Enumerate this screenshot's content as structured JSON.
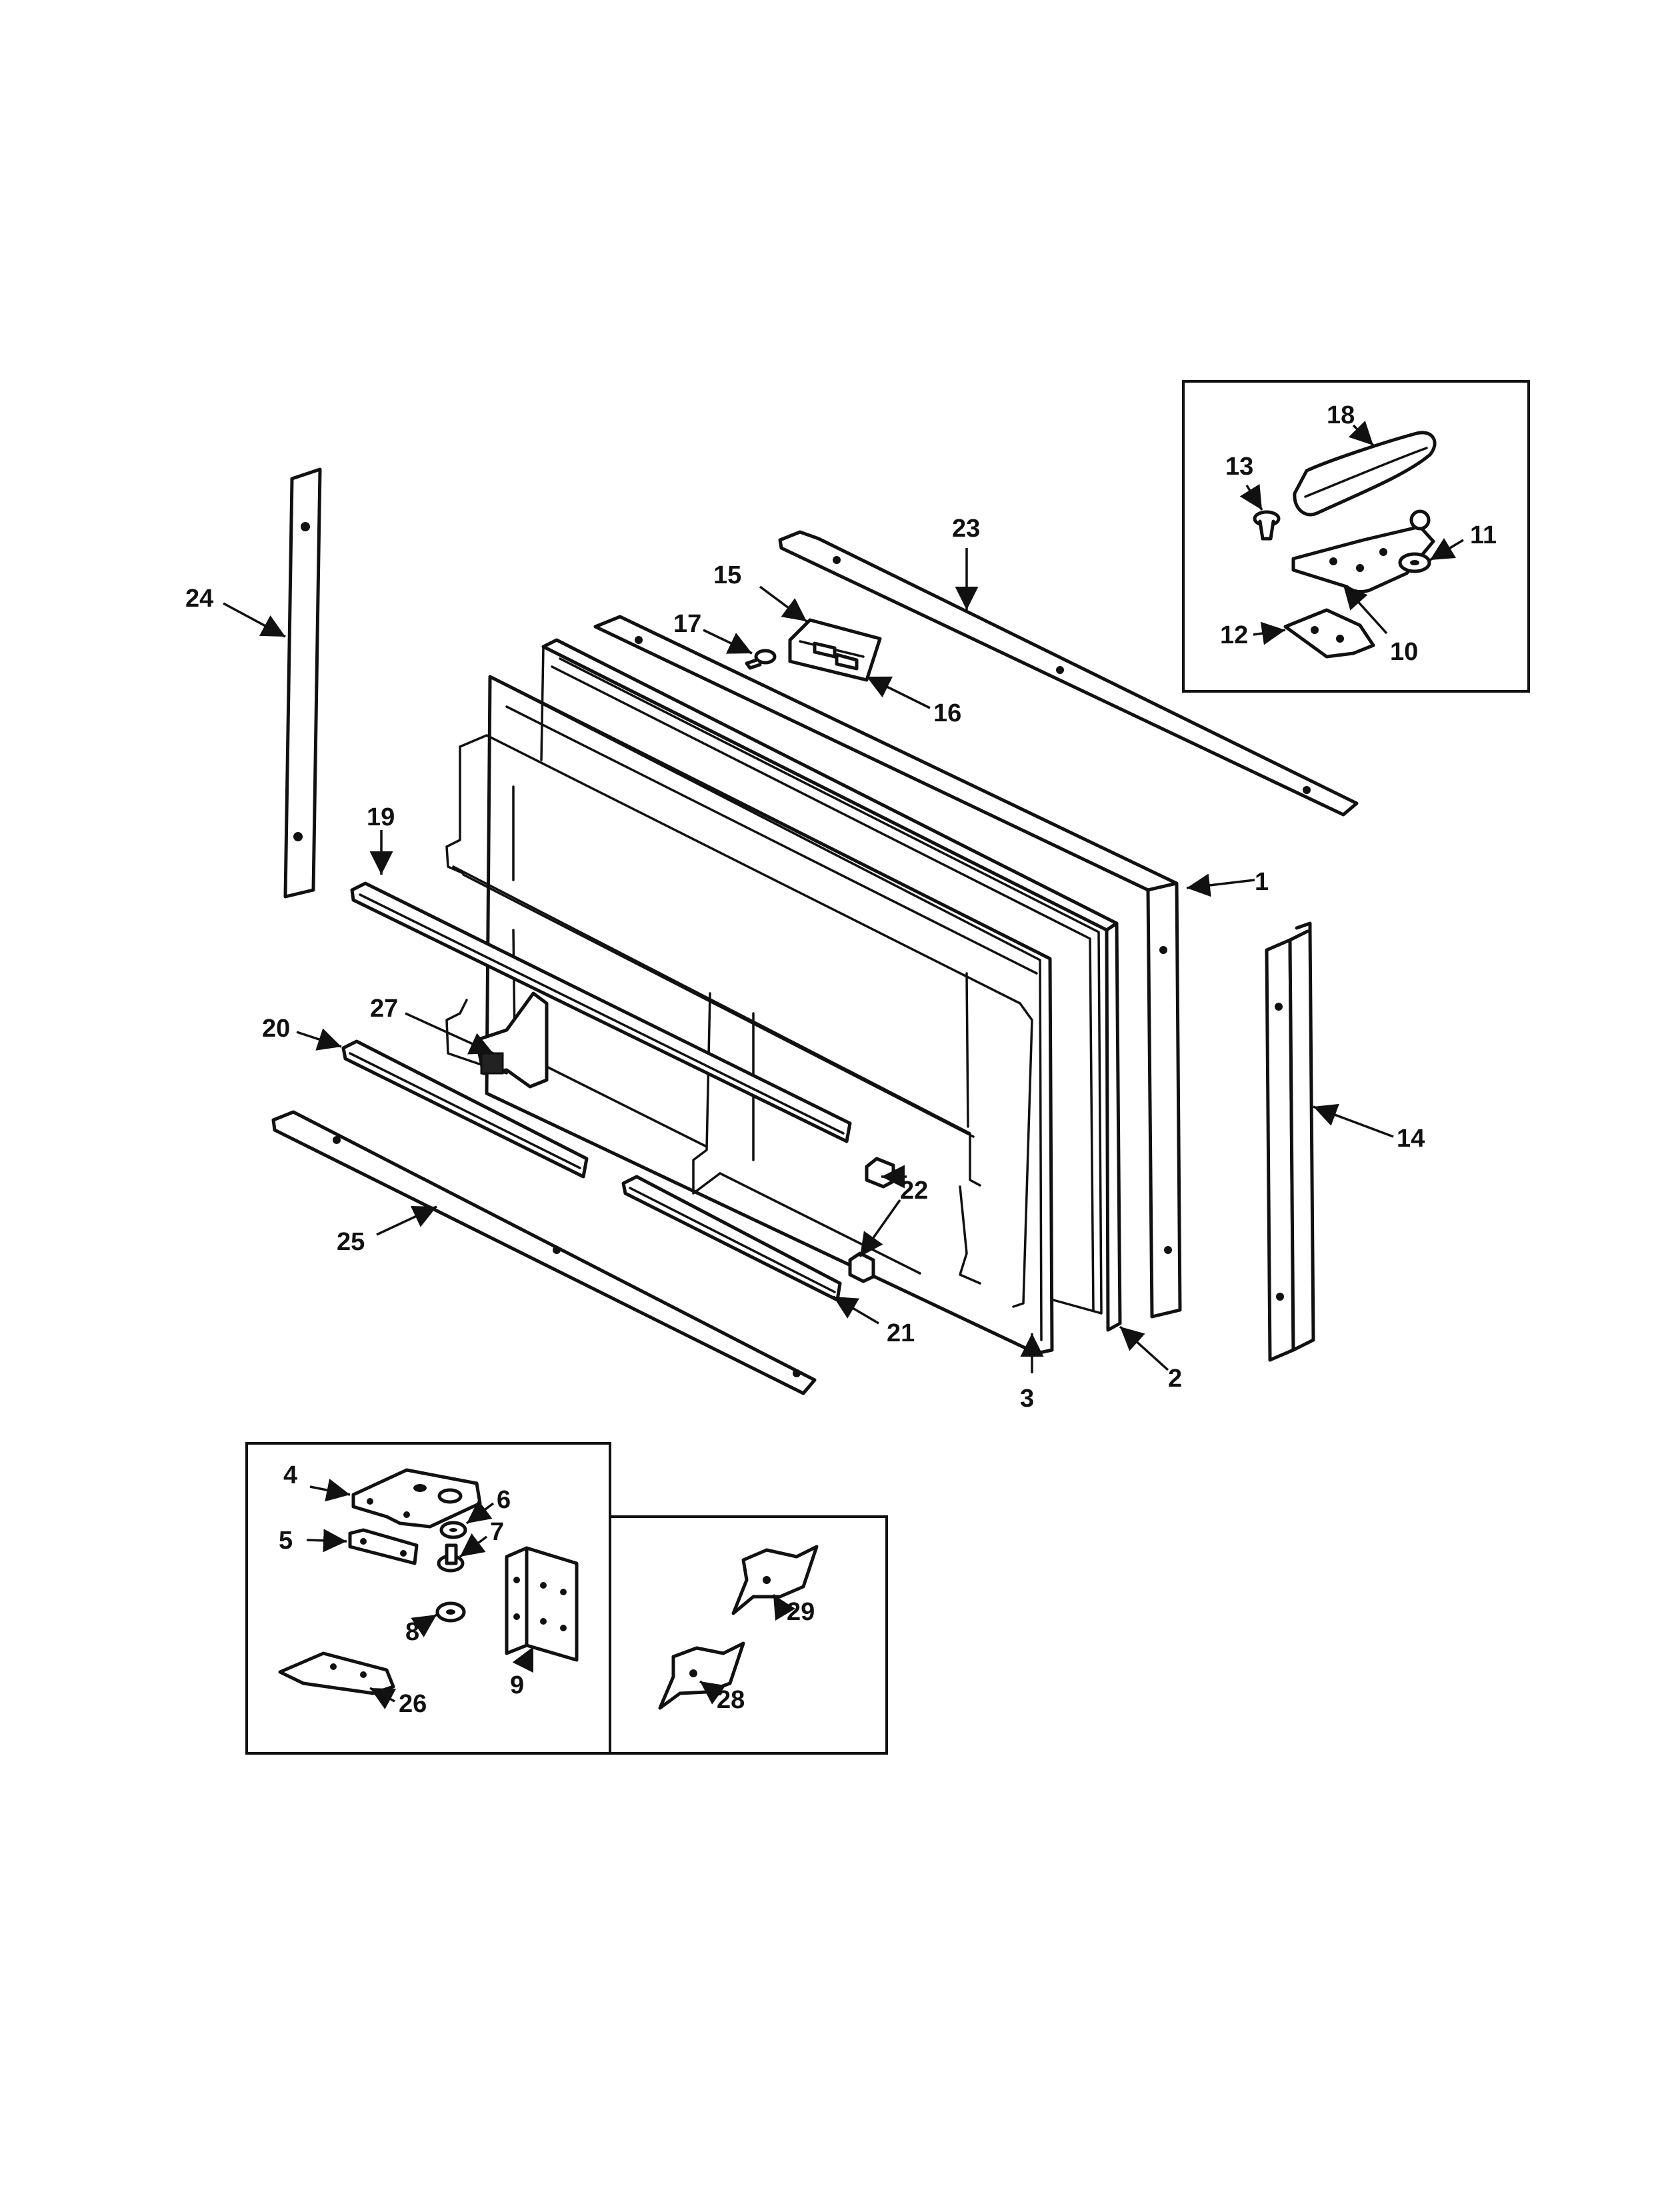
{
  "diagram": {
    "type": "exploded-parts-diagram",
    "callouts": [
      {
        "id": "1",
        "label": "1"
      },
      {
        "id": "2",
        "label": "2"
      },
      {
        "id": "3",
        "label": "3"
      },
      {
        "id": "4",
        "label": "4"
      },
      {
        "id": "5",
        "label": "5"
      },
      {
        "id": "6",
        "label": "6"
      },
      {
        "id": "7",
        "label": "7"
      },
      {
        "id": "8",
        "label": "8"
      },
      {
        "id": "9",
        "label": "9"
      },
      {
        "id": "10",
        "label": "10"
      },
      {
        "id": "11",
        "label": "11"
      },
      {
        "id": "12",
        "label": "12"
      },
      {
        "id": "13",
        "label": "13"
      },
      {
        "id": "14",
        "label": "14"
      },
      {
        "id": "15",
        "label": "15"
      },
      {
        "id": "16",
        "label": "16"
      },
      {
        "id": "17",
        "label": "17"
      },
      {
        "id": "18",
        "label": "18"
      },
      {
        "id": "19",
        "label": "19"
      },
      {
        "id": "20",
        "label": "20"
      },
      {
        "id": "21",
        "label": "21"
      },
      {
        "id": "22",
        "label": "22"
      },
      {
        "id": "23",
        "label": "23"
      },
      {
        "id": "24",
        "label": "24"
      },
      {
        "id": "25",
        "label": "25"
      },
      {
        "id": "26",
        "label": "26"
      },
      {
        "id": "27",
        "label": "27"
      },
      {
        "id": "28",
        "label": "28"
      },
      {
        "id": "29",
        "label": "29"
      }
    ]
  }
}
